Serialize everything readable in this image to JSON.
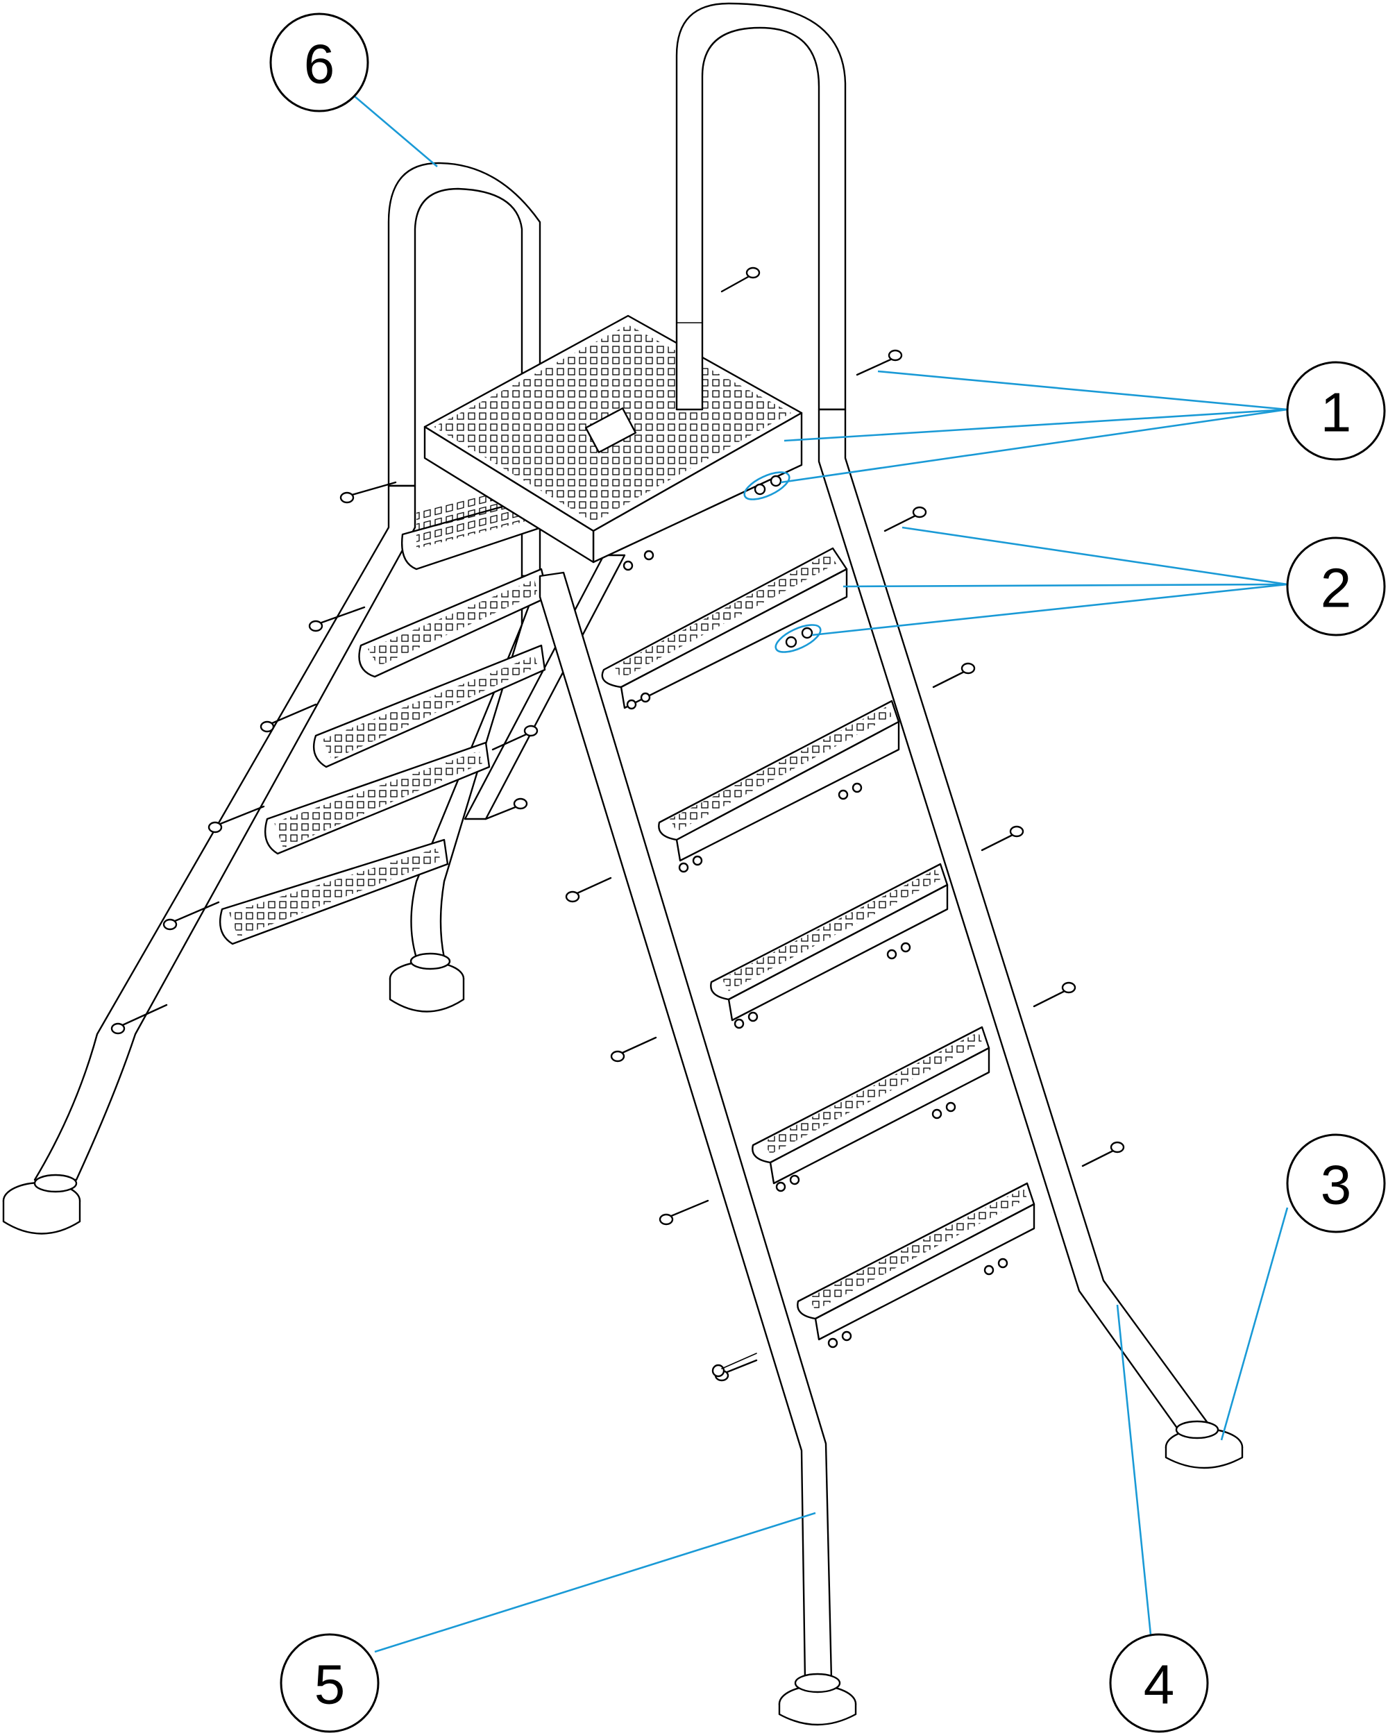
{
  "callouts": [
    {
      "id": "callout-1",
      "label": "1"
    },
    {
      "id": "callout-2",
      "label": "2"
    },
    {
      "id": "callout-3",
      "label": "3"
    },
    {
      "id": "callout-4",
      "label": "4"
    },
    {
      "id": "callout-5",
      "label": "5"
    },
    {
      "id": "callout-6",
      "label": "6"
    }
  ],
  "colors": {
    "leader": "#1a9ad6",
    "line": "#000000",
    "background": "#ffffff"
  }
}
